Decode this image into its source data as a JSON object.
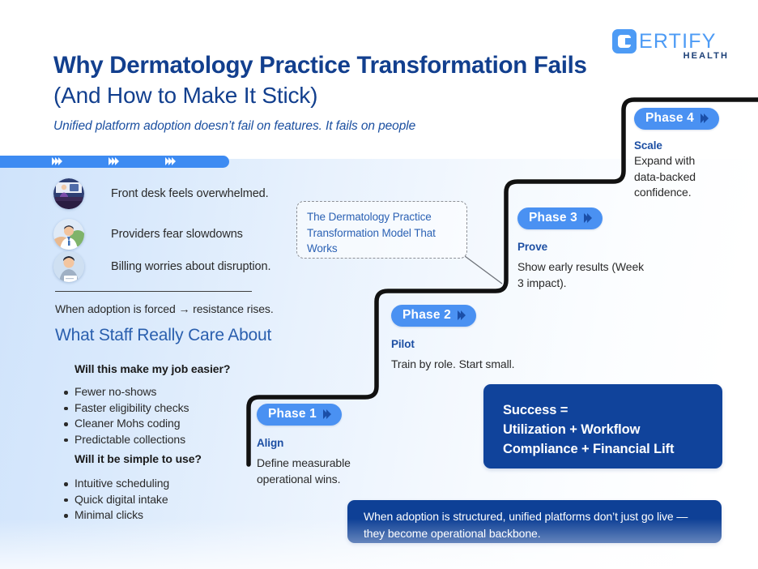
{
  "header": {
    "title_line1": "Why Dermatology Practice Transformation Fails",
    "title_line2": "(And How to Make It Stick)",
    "subtitle": "Unified platform adoption doesn’t fail on features. It fails on people"
  },
  "logo": {
    "wordmark": "ERTIFY",
    "sub": "HEALTH"
  },
  "personas": [
    {
      "label": "Front desk feels overwhelmed.",
      "avatar": "front-desk-avatar"
    },
    {
      "label": "Providers fear slowdowns",
      "avatar": "provider-avatar"
    },
    {
      "label": "Billing worries about disruption.",
      "avatar": "billing-avatar"
    }
  ],
  "forced_note": "When adoption is forced → resistance rises.",
  "staff_section": {
    "heading": "What Staff Really Care About",
    "groups": [
      {
        "question": "Will this make my job easier?",
        "items": [
          "Fewer no-shows",
          "Faster eligibility checks",
          "Cleaner Mohs coding",
          "Predictable collections"
        ]
      },
      {
        "question": "Will it be simple to use?",
        "items": [
          "Intuitive scheduling",
          "Quick digital intake",
          "Minimal clicks"
        ]
      }
    ]
  },
  "callout": {
    "text": "The Dermatology Practice Transformation Model That Works"
  },
  "phases": [
    {
      "badge": "Phase 1",
      "title": "Align",
      "desc": "Define measurable operational wins."
    },
    {
      "badge": "Phase 2",
      "title": "Pilot",
      "desc": "Train by role. Start small."
    },
    {
      "badge": "Phase 3",
      "title": "Prove",
      "desc": "Show early results (Week 3 impact)."
    },
    {
      "badge": "Phase 4",
      "title": "Scale",
      "desc": "Expand with data-backed confidence."
    }
  ],
  "success_box": {
    "line1": "Success =",
    "line2": "Utilization + Workflow",
    "line3": "Compliance + Financial Lift"
  },
  "bottom_banner": {
    "text": "When adoption is structured, unified platforms don’t just go live — they become operational backbone."
  },
  "colors": {
    "brand_navy": "#123f8e",
    "brand_blue": "#4a91f2",
    "accent_blue": "#4d9bf5",
    "deep_blue_box": "#10439b",
    "panel_light": "#cfe3fb"
  }
}
